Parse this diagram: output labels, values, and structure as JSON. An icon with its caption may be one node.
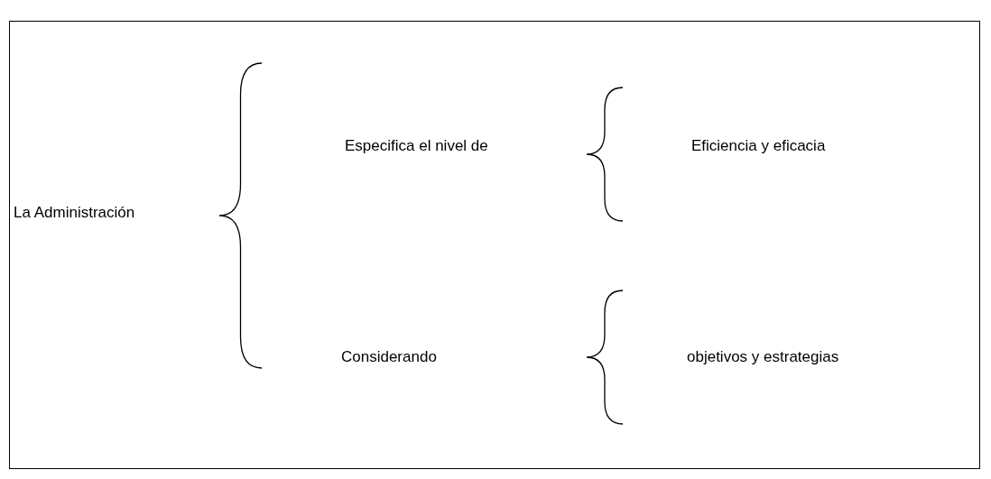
{
  "diagram": {
    "labels": [
      "La Administración",
      "Especifica el nivel de",
      "Eficiencia y eficacia",
      "Considerando",
      "objetivos y estrategias"
    ]
  }
}
